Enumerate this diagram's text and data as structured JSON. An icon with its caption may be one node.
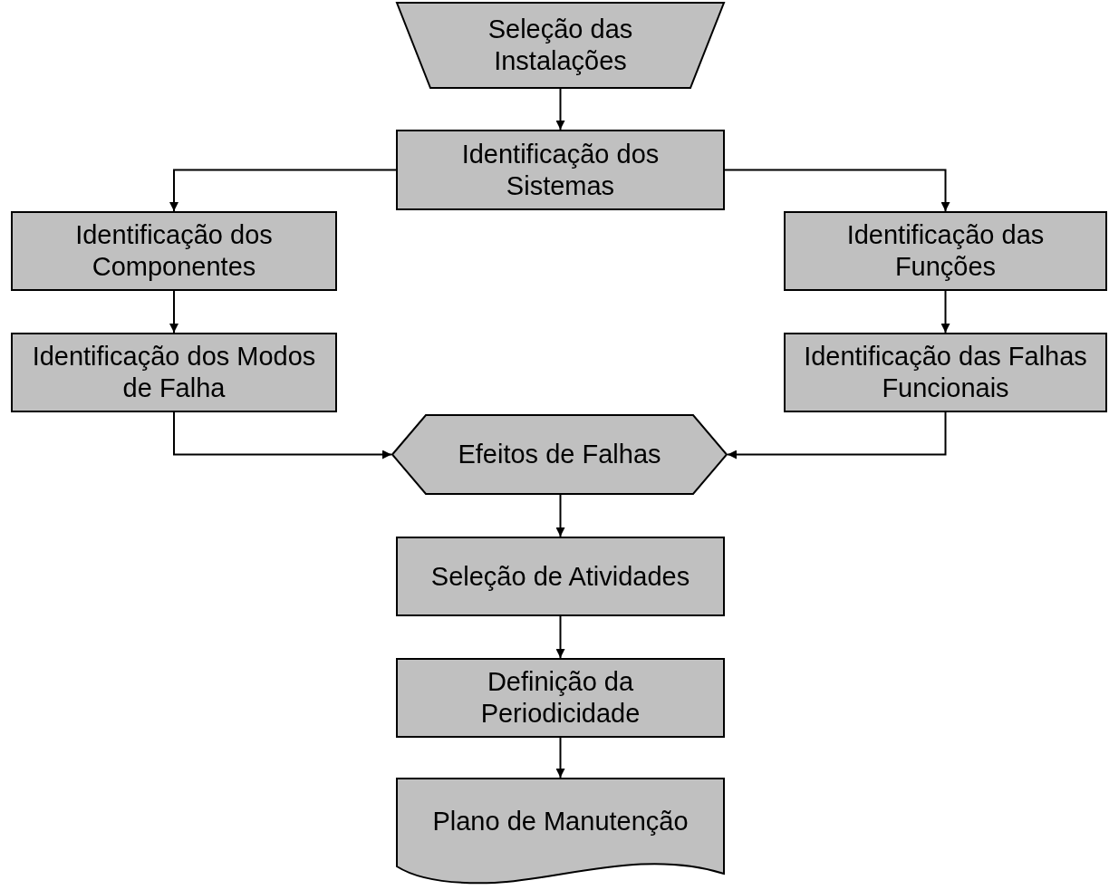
{
  "diagram": {
    "nodes": [
      {
        "text": [
          "Seleção das Instalações"
        ]
      },
      {
        "text": [
          "Identificação dos Sistemas"
        ]
      },
      {
        "text": [
          "Identificação dos Componentes"
        ]
      },
      {
        "text": [
          "Identificação das Funções"
        ]
      },
      {
        "text": [
          "Identificação dos Modos de Falha"
        ]
      },
      {
        "text": [
          "Identificação das Falhas Funcionais"
        ]
      },
      {
        "text": [
          "Efeitos de Falhas"
        ]
      },
      {
        "text": [
          "Seleção de Atividades"
        ]
      },
      {
        "text": [
          "Definição da Periodicidade"
        ]
      },
      {
        "text": [
          "Plano de Manutenção"
        ]
      }
    ],
    "edges": [
      {
        "from": 0,
        "to": 1,
        "arrow": "to"
      },
      {
        "from": 1,
        "to": 2,
        "arrow": "to"
      },
      {
        "from": 1,
        "to": 3,
        "arrow": "to"
      },
      {
        "from": 2,
        "to": 4,
        "arrow": "to"
      },
      {
        "from": 3,
        "to": 5,
        "arrow": "to"
      },
      {
        "from": 4,
        "to": 6,
        "arrow": "to"
      },
      {
        "from": 5,
        "to": 6,
        "arrow": "to"
      },
      {
        "from": 6,
        "to": 7,
        "arrow": "to"
      },
      {
        "from": 7,
        "to": 8,
        "arrow": "to"
      },
      {
        "from": 8,
        "to": 9,
        "arrow": "to"
      }
    ]
  }
}
